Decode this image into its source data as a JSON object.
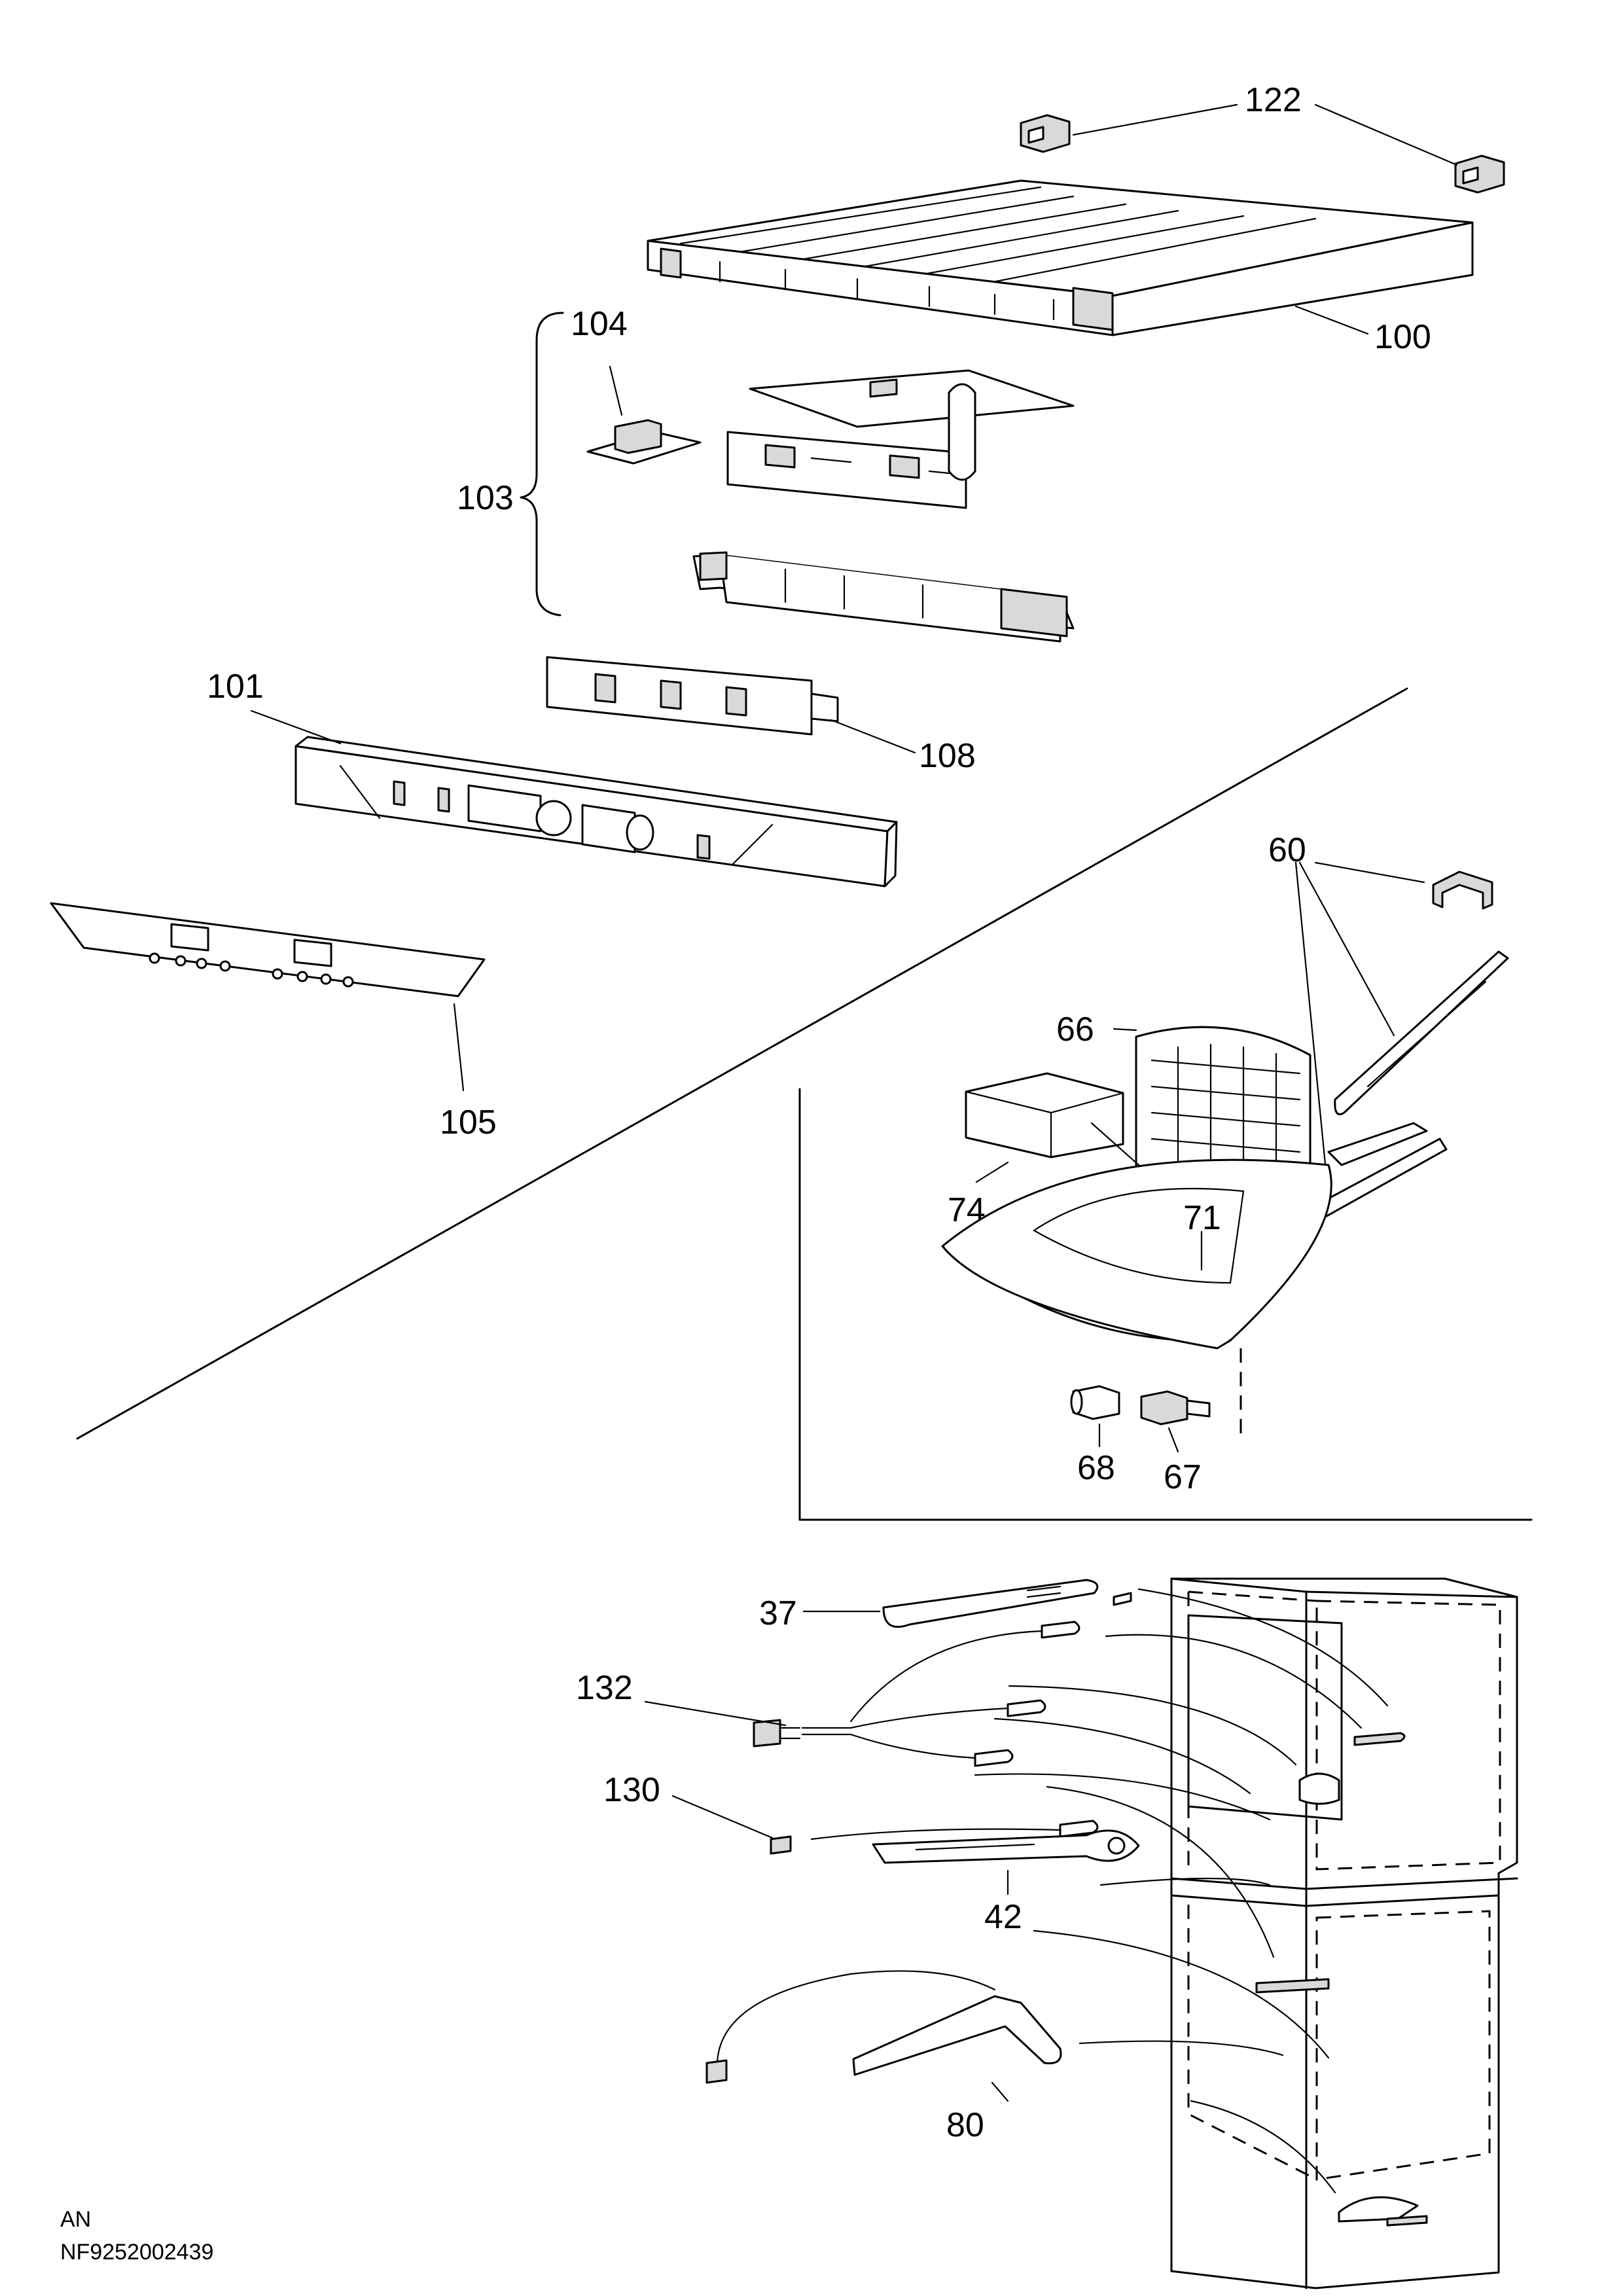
{
  "labels": {
    "l122": "122",
    "l100": "100",
    "l104": "104",
    "l103": "103",
    "l101": "101",
    "l108": "108",
    "l105": "105",
    "l60": "60",
    "l66": "66",
    "l74": "74",
    "l71": "71",
    "l68": "68",
    "l67": "67",
    "l37": "37",
    "l132": "132",
    "l130": "130",
    "l42": "42",
    "l80": "80"
  },
  "footer": {
    "line1": "AN",
    "line2": "NF9252002439"
  }
}
